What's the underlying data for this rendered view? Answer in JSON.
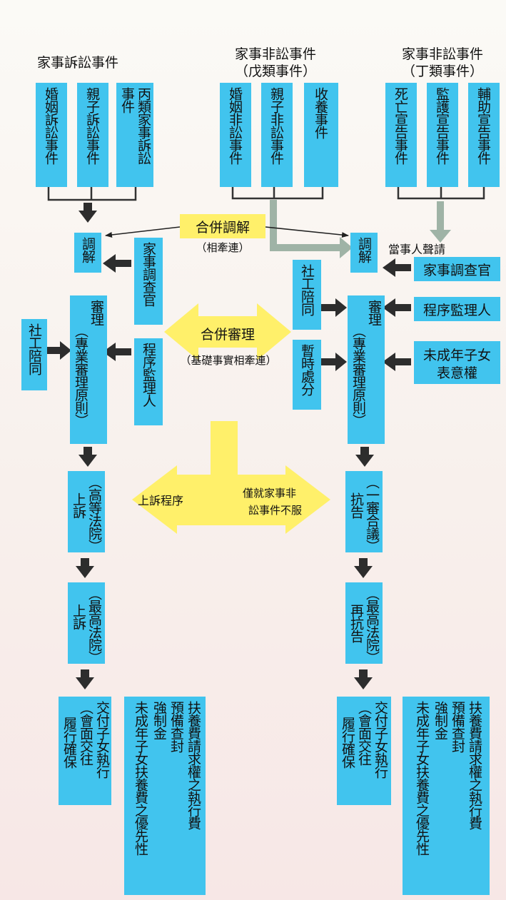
{
  "headers": {
    "litigation": "家事訴訟事件",
    "nonlit_line1": "家事非訟事件",
    "nonlit_line2": "（戊類事件）",
    "nonlit2_line1": "家事非訟事件",
    "nonlit2_line2": "（丁類事件）"
  },
  "top_boxes": {
    "marriage_litigation": "婚姻訴訟事件",
    "parent_child_litigation": "親子訴訟事件",
    "class_c_1": "丙類家事訴訟",
    "class_c_2": "事件",
    "marriage_nonlit": "婚姻非訟事件",
    "parent_child_nonlit": "親子非訟事件",
    "adoption": "收養事件",
    "death_declaration": "死亡宣告事件",
    "guardianship_declaration": "監護宣告事件",
    "assistance_declaration": "輔助宣告事件"
  },
  "merged_mediation": {
    "title": "合併調解",
    "subtitle": "（相牽連）"
  },
  "party_request": "當事人聲請",
  "mediation": "調解",
  "family_investigator": "家事調查官",
  "family_investigator_h": "家事調查官",
  "social_worker": "社工陪同",
  "social_worker_right": "社工陪同",
  "procedure_supervisor": "程序監理人",
  "procedure_supervisor_h": "程序監理人",
  "minor_expression": {
    "line1": "未成年子女",
    "line2": "表意權"
  },
  "trial": {
    "main": "審理",
    "sub": "（專業審理原則）"
  },
  "merged_trial": {
    "title": "合併審理",
    "subtitle": "（基礎事實相牽連）"
  },
  "provisional_measure": "暫時處分",
  "appeal_procedure": "上訴程序",
  "appeal_note": {
    "line1": "僅就家事非",
    "line2": "訟事件不服"
  },
  "appeal_high": {
    "main": "上訴",
    "sub": "（高等法院）"
  },
  "appeal_supreme": {
    "main": "上訴",
    "sub": "（最高法院）"
  },
  "interlocutory": {
    "main": "抗告",
    "sub": "（一審合議）"
  },
  "re_interlocutory": {
    "main": "再抗告",
    "sub": "（最高法院）"
  },
  "child_delivery": {
    "line1": "交付子女執行",
    "line2": "（會面交往",
    "line3": "履行確保"
  },
  "enforcement": {
    "line1": "扶養費請求權之執行費",
    "line2": "預備查封",
    "line3": "強制金",
    "line4": "未成年子女扶養費之優先性"
  },
  "colors": {
    "box": "#41c4ee",
    "highlight": "#fff06a",
    "gray_arrow": "#9fb3a6"
  }
}
